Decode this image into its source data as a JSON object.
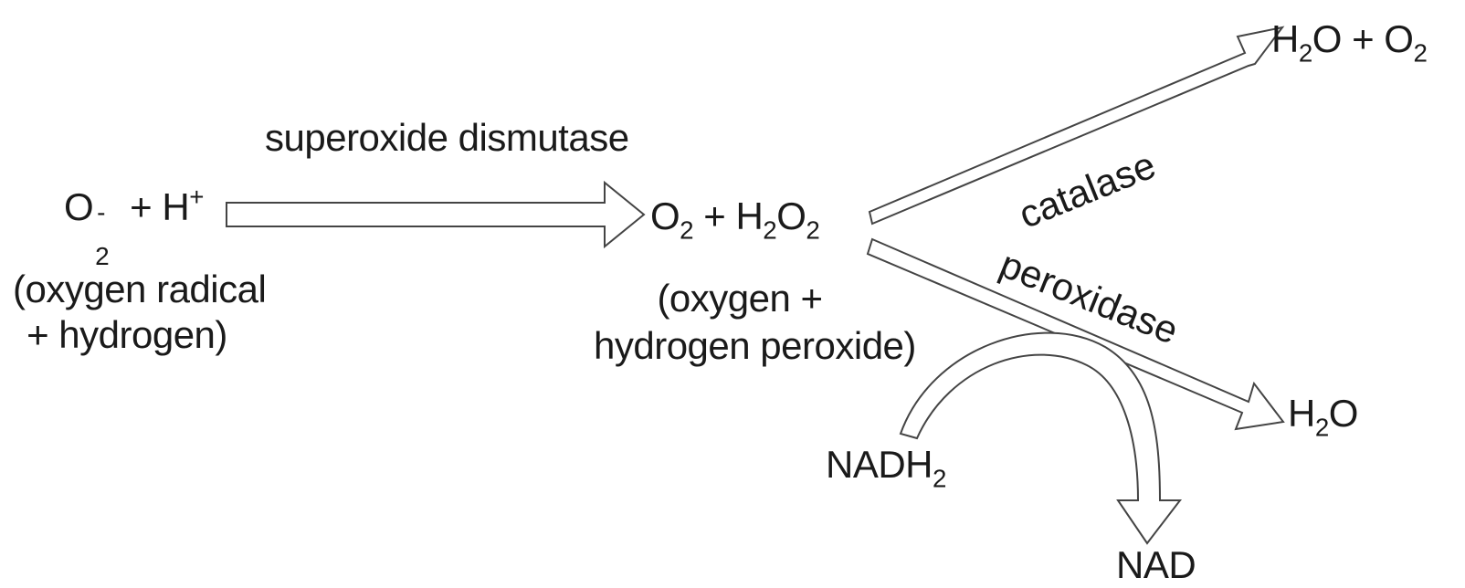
{
  "reactant": {
    "o2": "O",
    "o2_sub": "2",
    "o2_charge": "-",
    "plus": "+ H",
    "h_charge": "+",
    "desc_line1": "(oxygen radical",
    "desc_line2": "+ hydrogen)"
  },
  "enzyme_sod": "superoxide dismutase",
  "intermediate": {
    "formula_o": "O",
    "formula_o_sub": "2",
    "formula_plus": " + H",
    "formula_h_sub": "2",
    "formula_o2": "O",
    "formula_o2_sub": "2",
    "desc_line1": "(oxygen +",
    "desc_line2": "hydrogen peroxide)"
  },
  "enzyme_catalase": "catalase",
  "enzyme_peroxidase": "peroxidase",
  "product_catalase": {
    "h": "H",
    "h_sub": "2",
    "rest": "O + O",
    "o_sub": "2"
  },
  "product_peroxidase": {
    "h": "H",
    "h_sub": "2",
    "rest": "O"
  },
  "cofactor_in": {
    "text": "NADH",
    "sub": "2"
  },
  "cofactor_out": "NAD"
}
